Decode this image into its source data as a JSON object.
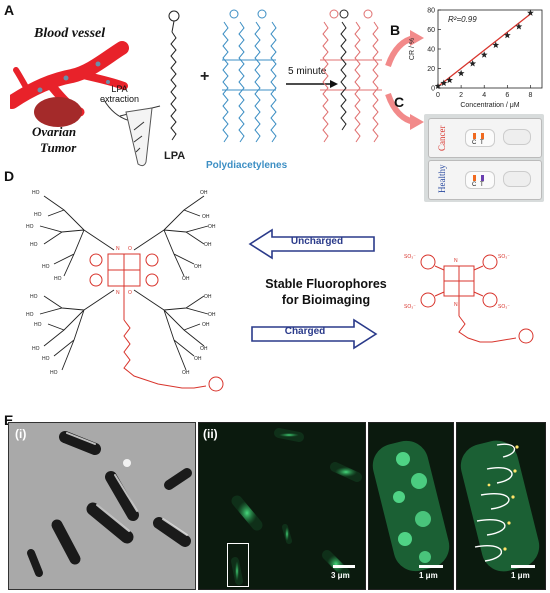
{
  "panel_a": {
    "letter": "A",
    "blood_vessel": "Blood vessel",
    "tumor_line1": "Ovarian",
    "tumor_line2": "Tumor",
    "extraction_line1": "LPA",
    "extraction_line2": "extraction",
    "lpa": "LPA",
    "plus": "+",
    "pda": "Polydiacetylenes",
    "time": "5 minute"
  },
  "panel_b": {
    "letter": "B",
    "r2": "R²=0.99",
    "ylabel": "CR / %",
    "xlabel": "Concentration / μM",
    "line_color": "#d8342c",
    "marker_color": "#222222"
  },
  "panel_c": {
    "letter": "C",
    "cancer": "Cancer",
    "healthy": "Healthy",
    "c": "C",
    "t": "T"
  },
  "panel_d": {
    "letter": "D",
    "uncharged": "Uncharged",
    "title_line1": "Stable Fluorophores",
    "title_line2": "for Bioimaging",
    "charged": "Charged",
    "core_color": "#d8342c"
  },
  "panel_e": {
    "letter": "E",
    "sub_i": "(i)",
    "sub_ii": "(ii)",
    "scale_3": "3 μm",
    "scale_1a": "1 μm",
    "scale_1b": "1 μm"
  },
  "chart_data": {
    "type": "scatter",
    "title": "",
    "xlabel": "Concentration / μM",
    "ylabel": "CR / %",
    "xlim": [
      0,
      9
    ],
    "ylim": [
      0,
      80
    ],
    "xticks": [
      0,
      2,
      4,
      6,
      8
    ],
    "yticks": [
      0,
      20,
      40,
      60,
      80
    ],
    "x": [
      0,
      0.5,
      1,
      2,
      3,
      4,
      5,
      6,
      7,
      8
    ],
    "y": [
      2,
      5,
      8,
      15,
      25,
      34,
      44,
      54,
      63,
      77
    ],
    "fit": {
      "slope": 9.3,
      "intercept": 1.5
    },
    "annotation": "R²=0.99"
  }
}
